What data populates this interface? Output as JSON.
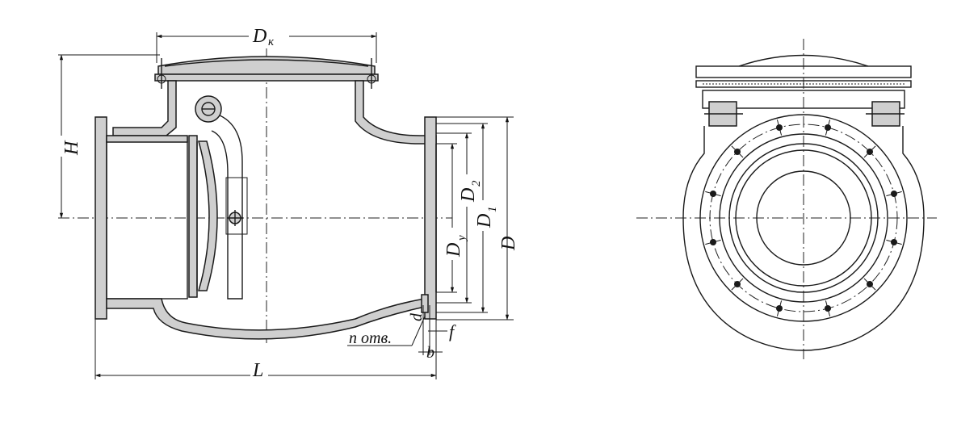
{
  "labels": {
    "Dk": {
      "main": "D",
      "sub": "к"
    },
    "H": "H",
    "L": "L",
    "D": "D",
    "D1": {
      "main": "D",
      "sub": "1"
    },
    "D2": {
      "main": "D",
      "sub": "2"
    },
    "Dy": {
      "main": "D",
      "sub": "y"
    },
    "d": "d",
    "f": "f",
    "b": "b",
    "holes": "n отв."
  },
  "end_view": {
    "bolt_count": 12
  }
}
